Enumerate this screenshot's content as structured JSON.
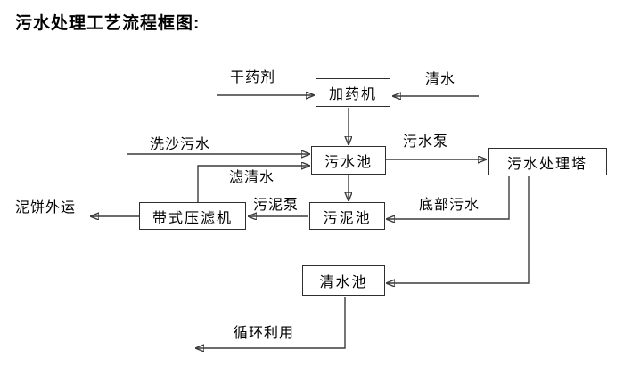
{
  "title": "污水处理工艺流程框图:",
  "nodes": {
    "dosing_machine": "加药机",
    "sewage_pool": "污水池",
    "treatment_tower": "污水处理塔",
    "sludge_pool": "污泥池",
    "belt_filter_press": "带式压滤机",
    "clear_water_pool": "清水池"
  },
  "flows": {
    "dry_agent": "干药剂",
    "clear_water": "清水",
    "sand_washing_sewage": "洗沙污水",
    "filtered_water": "滤清水",
    "sewage_pump": "污水泵",
    "bottom_sewage": "底部污水",
    "sludge_pump": "污泥泵",
    "mud_cake_outbound": "泥饼外运",
    "recycling": "循环利用"
  },
  "edges": [
    {
      "from": "dry_agent_input",
      "to": "dosing_machine",
      "label": "干药剂"
    },
    {
      "from": "clear_water_input",
      "to": "dosing_machine",
      "label": "清水"
    },
    {
      "from": "dosing_machine",
      "to": "sewage_pool",
      "label": ""
    },
    {
      "from": "sand_washing_input",
      "to": "sewage_pool",
      "label": "洗沙污水"
    },
    {
      "from": "belt_filter_press",
      "to": "sewage_pool",
      "label": "滤清水"
    },
    {
      "from": "sewage_pool",
      "to": "treatment_tower",
      "label": "污水泵"
    },
    {
      "from": "sewage_pool",
      "to": "sludge_pool",
      "label": ""
    },
    {
      "from": "treatment_tower",
      "to": "sludge_pool",
      "label": "底部污水"
    },
    {
      "from": "sludge_pool",
      "to": "belt_filter_press",
      "label": "污泥泵"
    },
    {
      "from": "belt_filter_press",
      "to": "mud_cake_out",
      "label": "泥饼外运"
    },
    {
      "from": "treatment_tower",
      "to": "clear_water_pool",
      "label": ""
    },
    {
      "from": "clear_water_pool",
      "to": "recycling_out",
      "label": "循环利用"
    }
  ],
  "colors": {
    "background": "#ffffff",
    "line": "#3b3b3b",
    "text": "#000000"
  }
}
